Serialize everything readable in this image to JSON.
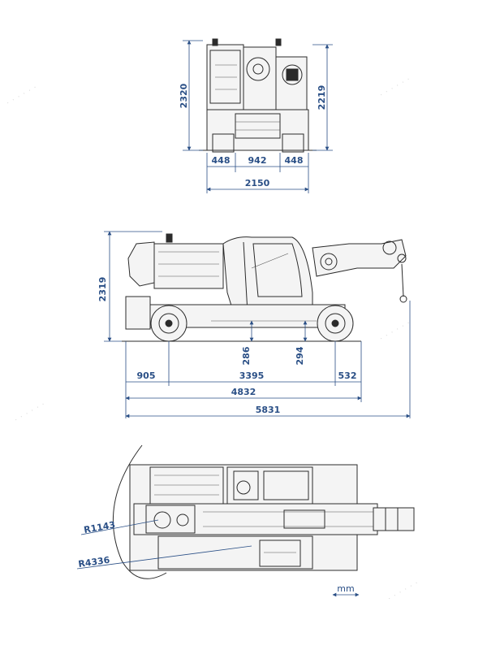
{
  "colors": {
    "dimension": "#2a4f86",
    "line": "#2b2b2b",
    "watermark": "#d8d8d8"
  },
  "front_view": {
    "height_left": "2320",
    "height_right": "2219",
    "track_left": "448",
    "track_center": "942",
    "track_right": "448",
    "total_width": "2150"
  },
  "side_view": {
    "height": "2319",
    "clearance_front": "286",
    "clearance_rear": "294",
    "front_overhang": "905",
    "wheelbase": "3395",
    "rear_overhang": "532",
    "overall_without_jib": "4832",
    "overall_length": "5831"
  },
  "top_view": {
    "inner_radius": "R1143",
    "outer_radius": "R4336",
    "unit": "mm"
  }
}
